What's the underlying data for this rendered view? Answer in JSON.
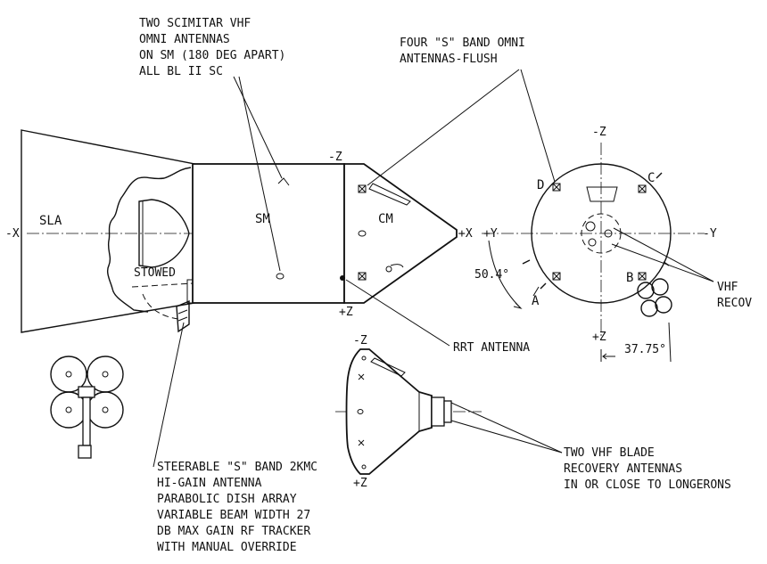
{
  "callouts": {
    "scimitar": [
      "TWO SCIMITAR VHF",
      "OMNI ANTENNAS",
      "ON SM (180 DEG APART)",
      "ALL BL II SC"
    ],
    "s_band_omni": [
      "FOUR \"S\" BAND OMNI",
      "ANTENNAS-FLUSH"
    ],
    "vhf_recov": [
      "VHF",
      "RECOV"
    ],
    "rrt": "RRT ANTENNA",
    "steerable": [
      "STEERABLE \"S\" BAND 2KMC",
      "HI-GAIN ANTENNA",
      "PARABOLIC DISH ARRAY",
      "VARIABLE BEAM WIDTH 27",
      "DB MAX GAIN RF TRACKER",
      "WITH MANUAL OVERRIDE"
    ],
    "vhf_blade": [
      "TWO VHF BLADE",
      "RECOVERY ANTENNAS",
      "IN OR CLOSE TO LONGERONS"
    ]
  },
  "side_view": {
    "sla": "SLA",
    "sm": "SM",
    "cm": "CM",
    "stowed": "STOWED",
    "minus_x": "-X",
    "plus_x": "+X",
    "minus_z": "-Z",
    "plus_z": "+Z"
  },
  "end_view": {
    "plus_y": "+Y",
    "minus_y": "-Y",
    "minus_z": "-Z",
    "plus_z": "+Z",
    "quadrants": [
      "A",
      "B",
      "C",
      "D"
    ],
    "angle1": "50.4°",
    "angle2": "37.75°"
  },
  "cm_view": {
    "minus_z": "-Z",
    "plus_z": "+Z"
  }
}
